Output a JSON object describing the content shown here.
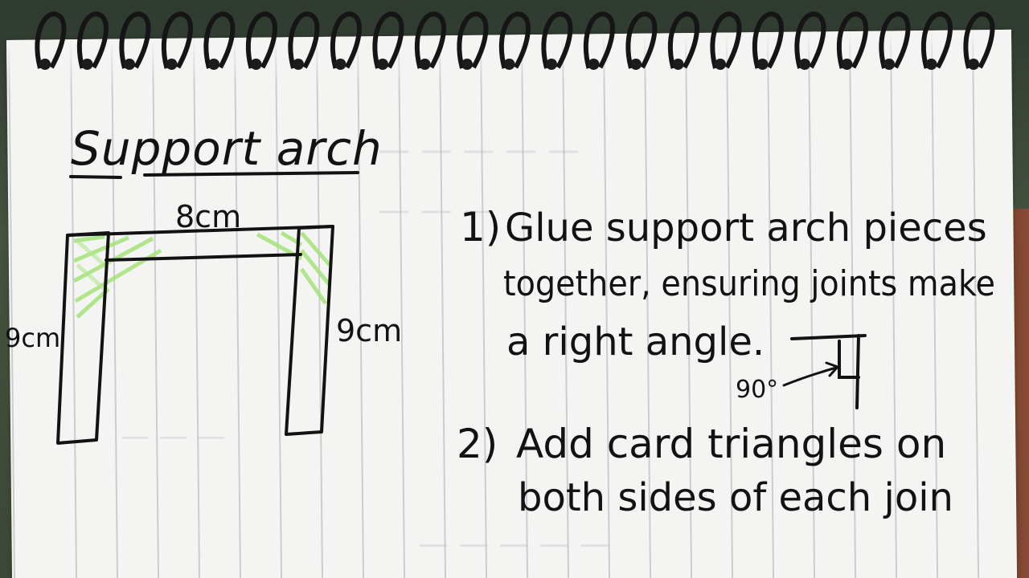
{
  "notebook": {
    "title": "Support arch",
    "diagram": {
      "top_label": "8cm",
      "left_label": "9cm",
      "right_label": "9cm",
      "angle_label": "90°"
    },
    "steps": [
      {
        "number": "1)",
        "line1": "Glue support arch pieces",
        "line2": "together, ensuring joints make",
        "line3": "a right angle."
      },
      {
        "number": "2)",
        "line1": "Add card triangles on",
        "line2": "both sides of each join"
      }
    ]
  },
  "colors": {
    "ink": "#121212",
    "highlight": "#a6e37a",
    "paper": "#f4f5f2",
    "rule_lines": "#c9ccd3"
  }
}
